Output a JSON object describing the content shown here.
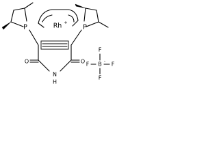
{
  "molecule": {
    "atoms": {
      "phosphorus_left": "P",
      "phosphorus_right": "P",
      "rhodium": "Rh",
      "cod_ring_label": "(",
      "boron": "B",
      "fluorine_top": "F",
      "fluorine_left": "F",
      "fluorine_right": "F",
      "fluorine_bottom": "F",
      "nitrogen": "N",
      "hydrogen": "H",
      "oxygen_left": "O",
      "oxygen_right": "O"
    },
    "charges": {
      "rhodium_plus": "+",
      "boron_minus": "-"
    },
    "colors": {
      "bond": "#000000",
      "background": "#ffffff"
    }
  }
}
